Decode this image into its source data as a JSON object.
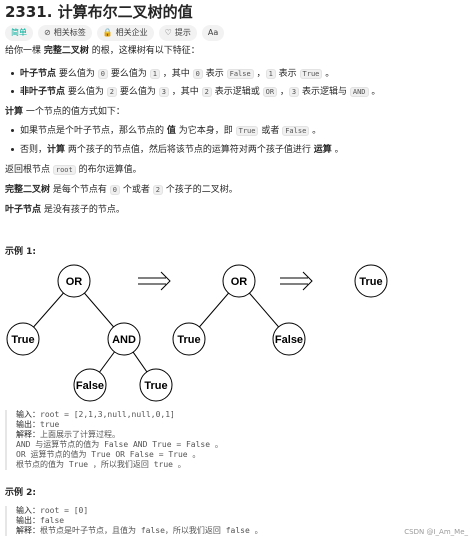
{
  "title": "2331. 计算布尔二叉树的值",
  "tags": [
    {
      "label": "简单",
      "icon": ""
    },
    {
      "label": "相关标签",
      "icon": "tag-icon"
    },
    {
      "label": "相关企业",
      "icon": "lock-icon"
    },
    {
      "label": "提示",
      "icon": "lightbulb-icon"
    },
    {
      "label": "Aa",
      "icon": ""
    }
  ],
  "desc": {
    "intro_a": "给你一棵 ",
    "intro_b": "完整二叉树",
    "intro_c": " 的根，这棵树有以下特征：",
    "leaf_a": "叶子节点",
    "leaf_b": " 要么值为 ",
    "leaf_c0": "0",
    "leaf_d": " 要么值为 ",
    "leaf_c1": "1",
    "leaf_e": " ，其中 ",
    "leaf_f": "0",
    "leaf_g": " 表示 ",
    "leaf_h": "False",
    "leaf_i": " ，",
    "leaf_j": "1",
    "leaf_k": " 表示 ",
    "leaf_l": "True",
    "leaf_m": " 。",
    "nonleaf_a": "非叶子节点",
    "nonleaf_b": " 要么值为 ",
    "nonleaf_c": "2",
    "nonleaf_d": " 要么值为 ",
    "nonleaf_e": "3",
    "nonleaf_f": " ，其中 ",
    "nonleaf_g": "2",
    "nonleaf_h": " 表示逻辑或 ",
    "nonleaf_i": "OR",
    "nonleaf_j": " ，",
    "nonleaf_k": "3",
    "nonleaf_l": " 表示逻辑与 ",
    "nonleaf_m": "AND",
    "nonleaf_n": " 。",
    "calc_a": "计算",
    "calc_b": " 一个节点的值方式如下：",
    "rule1_a": "如果节点是个叶子节点，那么节点的 ",
    "rule1_b": "值",
    "rule1_c": " 为它本身，即 ",
    "rule1_d": "True",
    "rule1_e": " 或者 ",
    "rule1_f": "False",
    "rule1_g": " 。",
    "rule2_a": "否则，",
    "rule2_b": "计算",
    "rule2_c": " 两个孩子的节点值，然后将该节点的运算符对两个孩子值进行 ",
    "rule2_d": "运算",
    "rule2_e": " 。",
    "ret_a": "返回根节点 ",
    "ret_b": "root",
    "ret_c": " 的布尔运算值。",
    "full_a": "完整二叉树",
    "full_b": " 是每个节点有 ",
    "full_c": "0",
    "full_d": " 个或者 ",
    "full_e": "2",
    "full_f": " 个孩子的二叉树。",
    "leafdef_a": "叶子节点",
    "leafdef_b": " 是没有孩子的节点。"
  },
  "example1": {
    "title": "示例 1:",
    "tree1": {
      "root": "OR",
      "left": "True",
      "right": "AND",
      "rl": "False",
      "rr": "True"
    },
    "tree2": {
      "root": "OR",
      "left": "True",
      "right": "False"
    },
    "tree3": {
      "root": "True"
    },
    "input_label": "输入：",
    "input": "root = [2,1,3,null,null,0,1]",
    "output_label": "输出：",
    "output": "true",
    "expl_label": "解释：",
    "expl1": "上面展示了计算过程。",
    "expl2": "AND 与运算节点的值为 False AND True = False 。",
    "expl3": "OR 运算节点的值为 True OR False = True 。",
    "expl4": "根节点的值为 True ，所以我们返回 true 。"
  },
  "example2": {
    "title": "示例 2:",
    "input_label": "输入：",
    "input": "root = [0]",
    "output_label": "输出：",
    "output": "false",
    "expl_label": "解释：",
    "expl": "根节点是叶子节点，且值为 false，所以我们返回 false 。"
  },
  "watermark": "CSDN @I_Am_Me_"
}
